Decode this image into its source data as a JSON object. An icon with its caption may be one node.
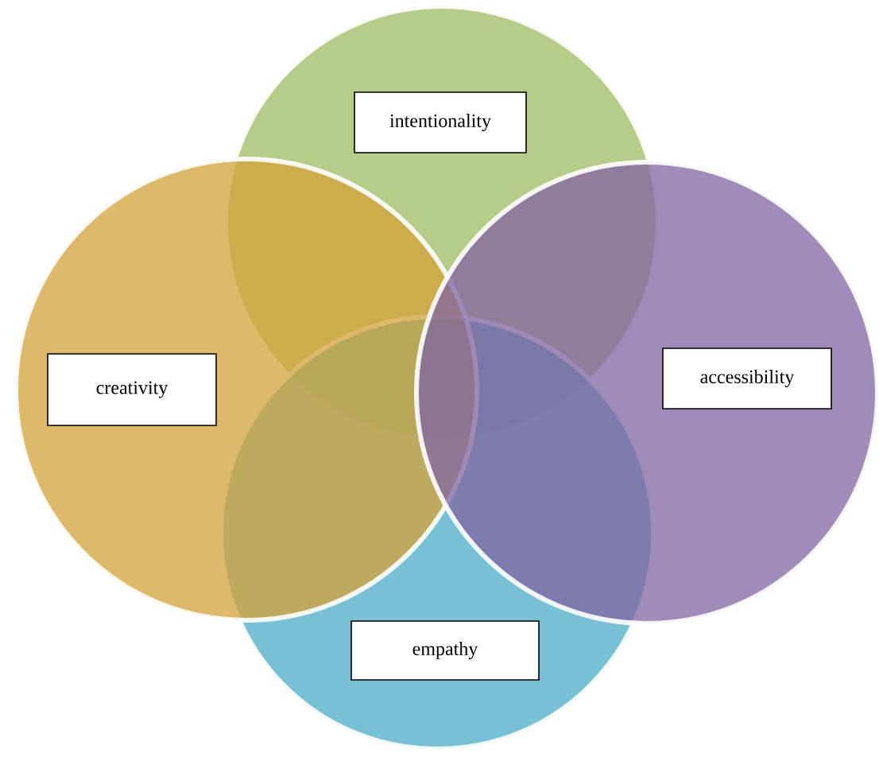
{
  "diagram": {
    "nodes": [
      {
        "text": [],
        "shape": "circle"
      },
      {
        "text": [
          "intentionality"
        ],
        "in": 0
      },
      {
        "text": [],
        "shape": "circle"
      },
      {
        "text": [
          "creativity"
        ],
        "in": 2
      },
      {
        "text": [],
        "shape": "circle"
      },
      {
        "text": [
          "accessibility"
        ],
        "in": 4
      },
      {
        "text": [],
        "shape": "circle"
      },
      {
        "text": [
          "empathy"
        ],
        "in": 6
      }
    ]
  }
}
